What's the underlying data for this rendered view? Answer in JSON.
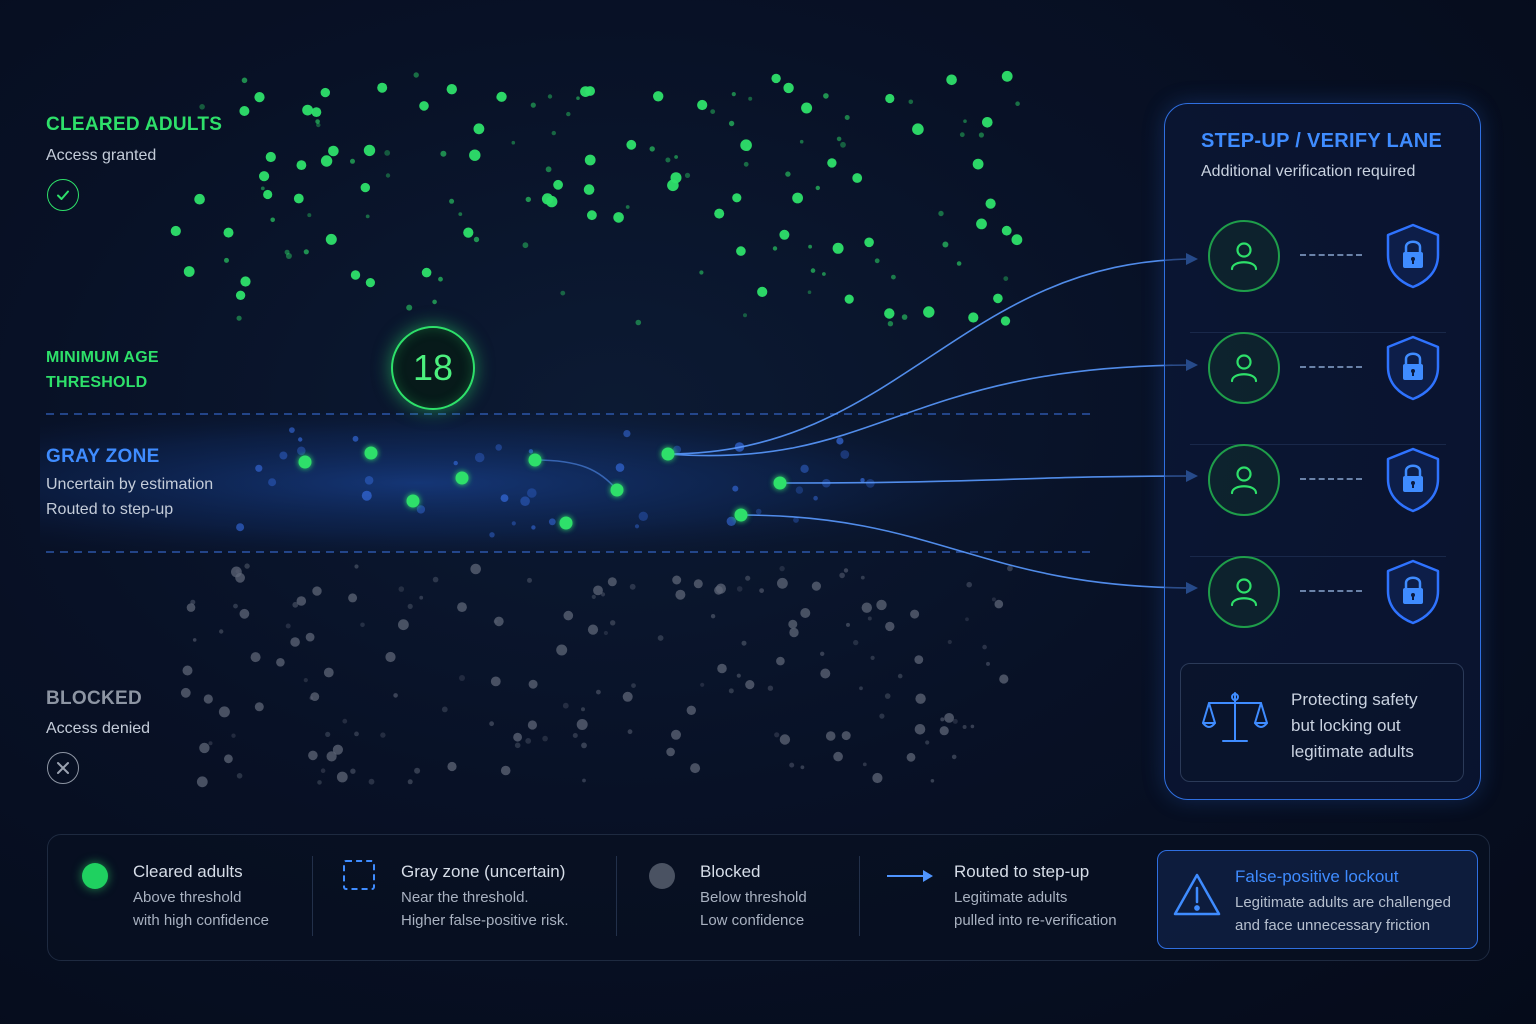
{
  "cleared": {
    "title": "CLEARED ADULTS",
    "subtitle": "Access granted"
  },
  "threshold": {
    "label_line1": "MINIMUM AGE",
    "label_line2": "THRESHOLD",
    "age": "18"
  },
  "gray_zone": {
    "title": "GRAY ZONE",
    "line1": "Uncertain by estimation",
    "line2": "Routed to step-up"
  },
  "blocked": {
    "title": "BLOCKED",
    "subtitle": "Access denied"
  },
  "step_up": {
    "title": "STEP-UP / VERIFY LANE",
    "subtitle": "Additional verification required",
    "lanes": [
      {
        "icon": "user-icon"
      },
      {
        "icon": "user-icon"
      },
      {
        "icon": "user-icon"
      },
      {
        "icon": "user-icon"
      }
    ],
    "info_line1": "Protecting safety",
    "info_line2": "but locking out",
    "info_line3": "legitimate adults"
  },
  "legend": {
    "items": [
      {
        "title": "Cleared adults",
        "line1": "Above threshold",
        "line2": "with high confidence"
      },
      {
        "title": "Gray zone (uncertain)",
        "line1": "Near the threshold.",
        "line2": "Higher false-positive risk."
      },
      {
        "title": "Blocked",
        "line1": "Below threshold",
        "line2": "Low confidence"
      },
      {
        "title": "Routed to step-up",
        "line1": "Legitimate adults",
        "line2": "pulled into re-verification"
      }
    ],
    "warning": {
      "title": "False-positive lockout",
      "line1": "Legitimate adults are challenged",
      "line2": "and face unnecessary friction"
    }
  },
  "colors": {
    "green": "#2ee06a",
    "blue": "#3f8cff",
    "gray": "#5a6272",
    "background": "#081126"
  }
}
